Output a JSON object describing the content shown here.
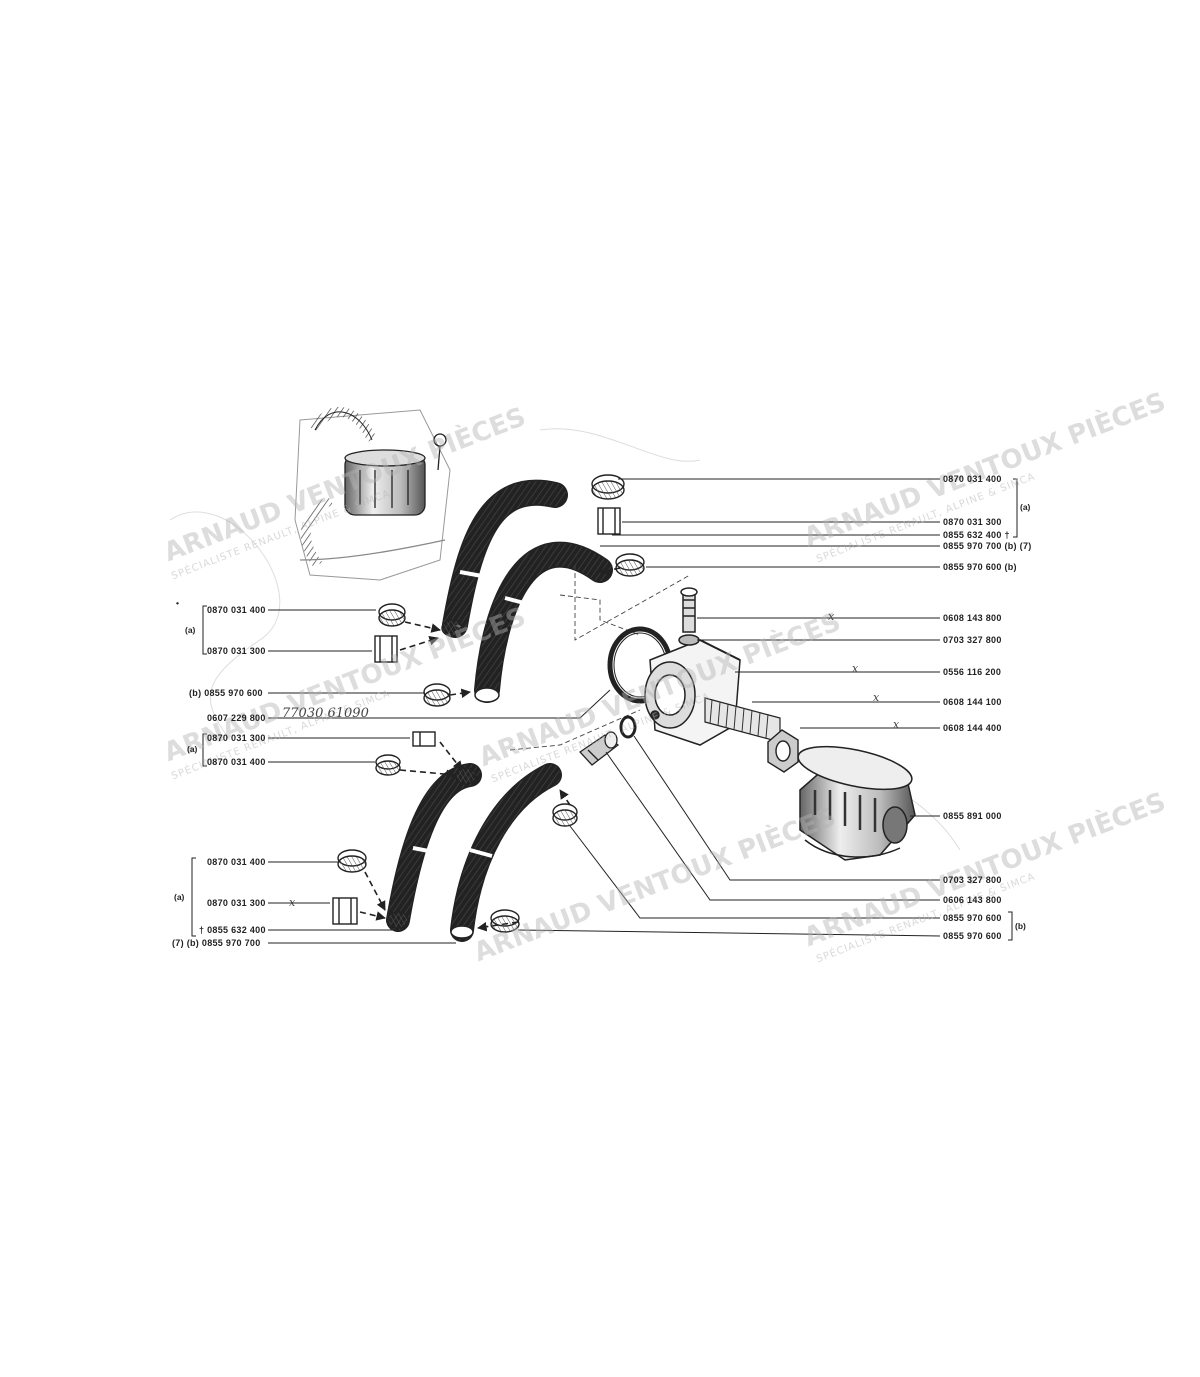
{
  "watermark": {
    "brand": "ARNAUD VENTOUX PIÈCES",
    "tagline": "SPÉCIALISTE RENAULT, ALPINE & SIMCA"
  },
  "handwritten_note": "77030 61090",
  "colors": {
    "ink": "#222222",
    "paper": "#ffffff",
    "watermark": "#b4b4b4"
  },
  "labels_right": [
    "0870 031 400",
    "0870 031 300",
    "0855 632 400 †",
    "0855 970 700 (b) (7)",
    "0855 970 600 (b)",
    "0608 143 800",
    "0703 327 800",
    "0556 116 200",
    "0608 144 100",
    "0608 144 400",
    "0855 891 000",
    "0703 327 800",
    "0606 143 800",
    "0855 970 600",
    "0855 970 600"
  ],
  "labels_left": [
    "0870 031 400",
    "0870 031 300",
    "(b) 0855 970 600",
    "0607 229 800",
    "0870 031 300",
    "0870 031 400",
    "0870 031 400",
    "0870 031 300",
    "† 0855 632 400",
    "(7) (b) 0855 970 700"
  ],
  "group_tags": {
    "right_a": "(a)",
    "right_b": "(b)",
    "left_a_upper": "(a)",
    "left_a_middle": "(a)",
    "left_a_lower": "(a)"
  },
  "tick_marks": [
    "x",
    "x",
    "x",
    "x",
    "x"
  ],
  "margin_dot": "•"
}
